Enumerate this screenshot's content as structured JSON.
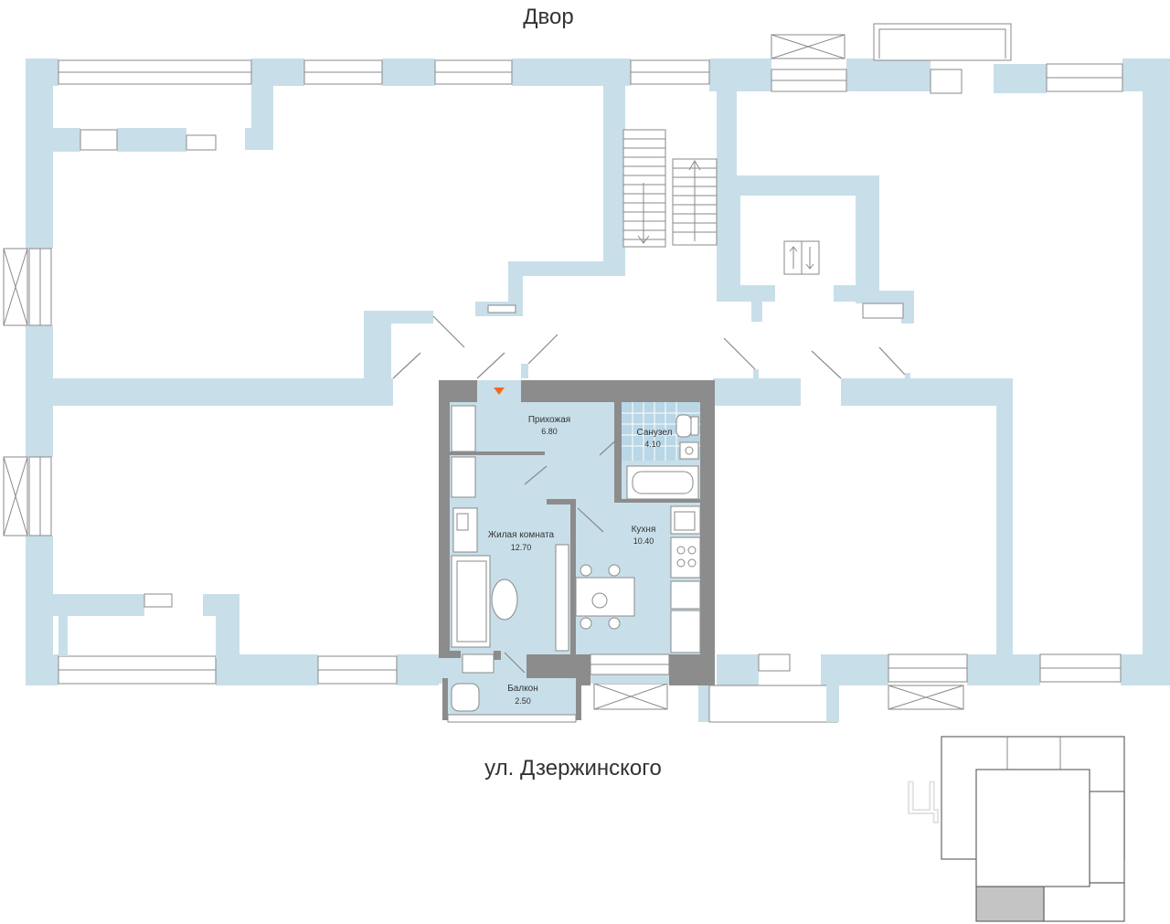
{
  "labels": {
    "top_street": "Двор",
    "bottom_street": "ул. Дзержинского",
    "watermark": "ЦИАН"
  },
  "rooms": [
    {
      "name": "Прихожая",
      "area": "6.80"
    },
    {
      "name": "Санузел",
      "area": "4.10"
    },
    {
      "name": "Жилая комната",
      "area": "12.70"
    },
    {
      "name": "Кухня",
      "area": "10.40"
    },
    {
      "name": "Балкон",
      "area": "2.50"
    }
  ],
  "icons": {
    "lift": "elevator-icon",
    "entrance": "entrance-marker-icon",
    "stairs": "stairs-icon"
  },
  "colors": {
    "wall": "#c8dfe9",
    "apartment_wall": "#8c8c8c",
    "entrance_marker": "#f26b1d",
    "highlight_section": "#c4c4c4"
  }
}
